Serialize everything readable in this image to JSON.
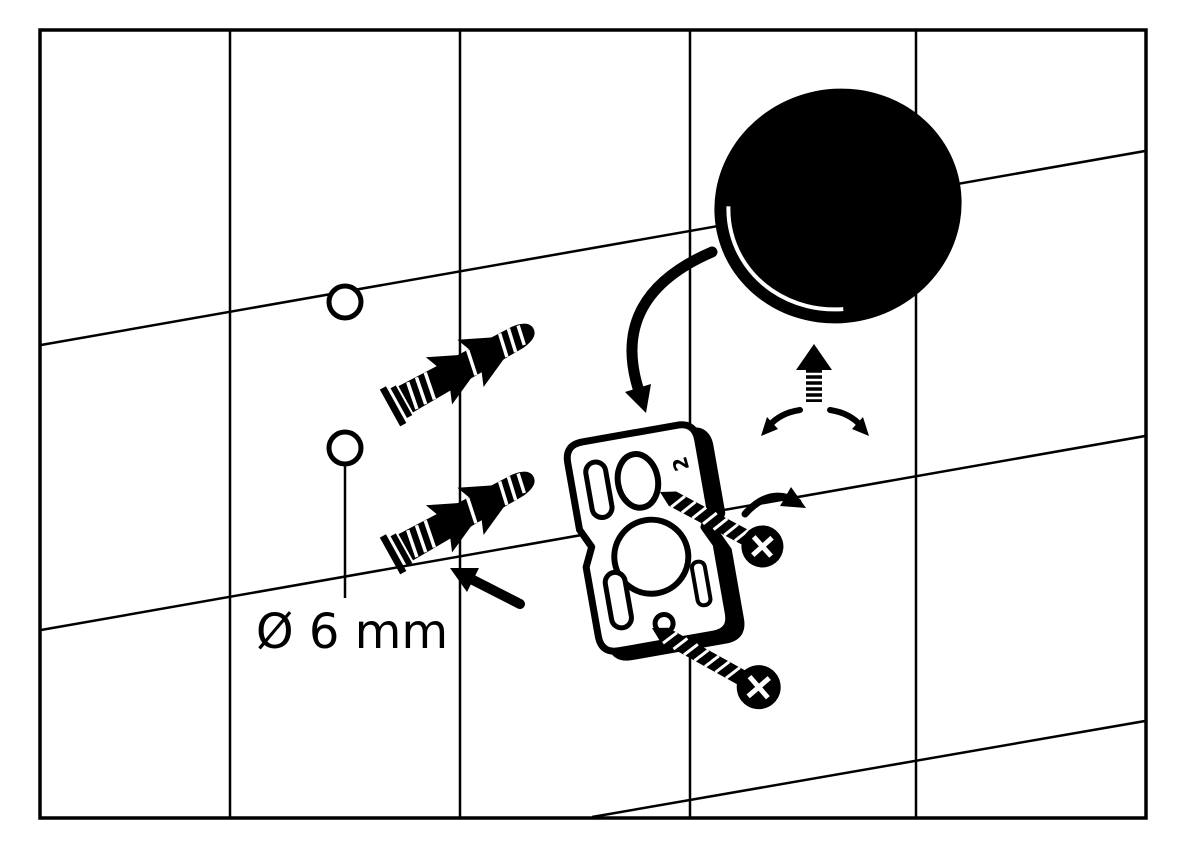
{
  "diagram": {
    "type": "wall-mount-installation-step",
    "dimension_label": "Ø 6 mm",
    "plate_marking": "2",
    "colors": {
      "ink": "#000000",
      "background": "#ffffff"
    },
    "parts": [
      "tiled-wall-grid",
      "drill-hole-top",
      "drill-hole-bottom",
      "wall-anchor-top",
      "wall-anchor-bottom",
      "insert-direction-arrow",
      "mounting-plate",
      "mounting-screw-top",
      "mounting-screw-bottom",
      "screw-rotation-arrow",
      "placement-arrow",
      "cover-cap",
      "push-arrow",
      "twist-arrows"
    ]
  }
}
